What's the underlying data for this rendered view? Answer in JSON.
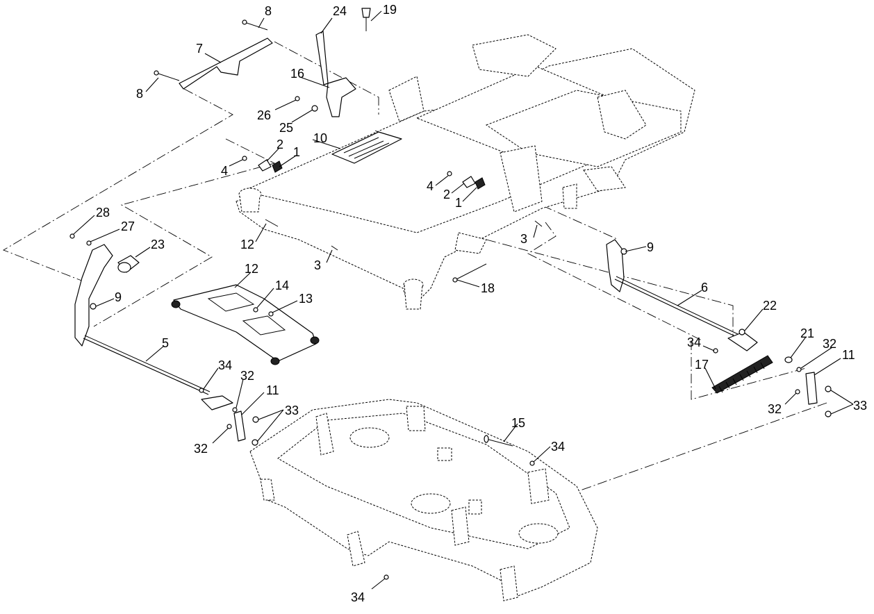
{
  "callouts": [
    {
      "id": "c-8a",
      "text": "8"
    },
    {
      "id": "c-24",
      "text": "24"
    },
    {
      "id": "c-19",
      "text": "19"
    },
    {
      "id": "c-7",
      "text": "7"
    },
    {
      "id": "c-8b",
      "text": "8"
    },
    {
      "id": "c-16",
      "text": "16"
    },
    {
      "id": "c-26",
      "text": "26"
    },
    {
      "id": "c-25",
      "text": "25"
    },
    {
      "id": "c-10",
      "text": "10"
    },
    {
      "id": "c-2a",
      "text": "2"
    },
    {
      "id": "c-1a",
      "text": "1"
    },
    {
      "id": "c-4a",
      "text": "4"
    },
    {
      "id": "c-4b",
      "text": "4"
    },
    {
      "id": "c-2b",
      "text": "2"
    },
    {
      "id": "c-1b",
      "text": "1"
    },
    {
      "id": "c-28",
      "text": "28"
    },
    {
      "id": "c-27",
      "text": "27"
    },
    {
      "id": "c-23",
      "text": "23"
    },
    {
      "id": "c-12a",
      "text": "12"
    },
    {
      "id": "c-3a",
      "text": "3"
    },
    {
      "id": "c-3b",
      "text": "3"
    },
    {
      "id": "c-9a",
      "text": "9"
    },
    {
      "id": "c-12b",
      "text": "12"
    },
    {
      "id": "c-14",
      "text": "14"
    },
    {
      "id": "c-13",
      "text": "13"
    },
    {
      "id": "c-9b",
      "text": "9"
    },
    {
      "id": "c-18",
      "text": "18"
    },
    {
      "id": "c-6",
      "text": "6"
    },
    {
      "id": "c-22",
      "text": "22"
    },
    {
      "id": "c-5",
      "text": "5"
    },
    {
      "id": "c-34a",
      "text": "34"
    },
    {
      "id": "c-21",
      "text": "21"
    },
    {
      "id": "c-32a",
      "text": "32"
    },
    {
      "id": "c-11a",
      "text": "11"
    },
    {
      "id": "c-17",
      "text": "17"
    },
    {
      "id": "c-34b",
      "text": "34"
    },
    {
      "id": "c-32b",
      "text": "32"
    },
    {
      "id": "c-11b",
      "text": "11"
    },
    {
      "id": "c-33a",
      "text": "33"
    },
    {
      "id": "c-32c",
      "text": "32"
    },
    {
      "id": "c-33b",
      "text": "33"
    },
    {
      "id": "c-15",
      "text": "15"
    },
    {
      "id": "c-34c",
      "text": "34"
    },
    {
      "id": "c-32d",
      "text": "32"
    },
    {
      "id": "c-34d",
      "text": "34"
    }
  ]
}
